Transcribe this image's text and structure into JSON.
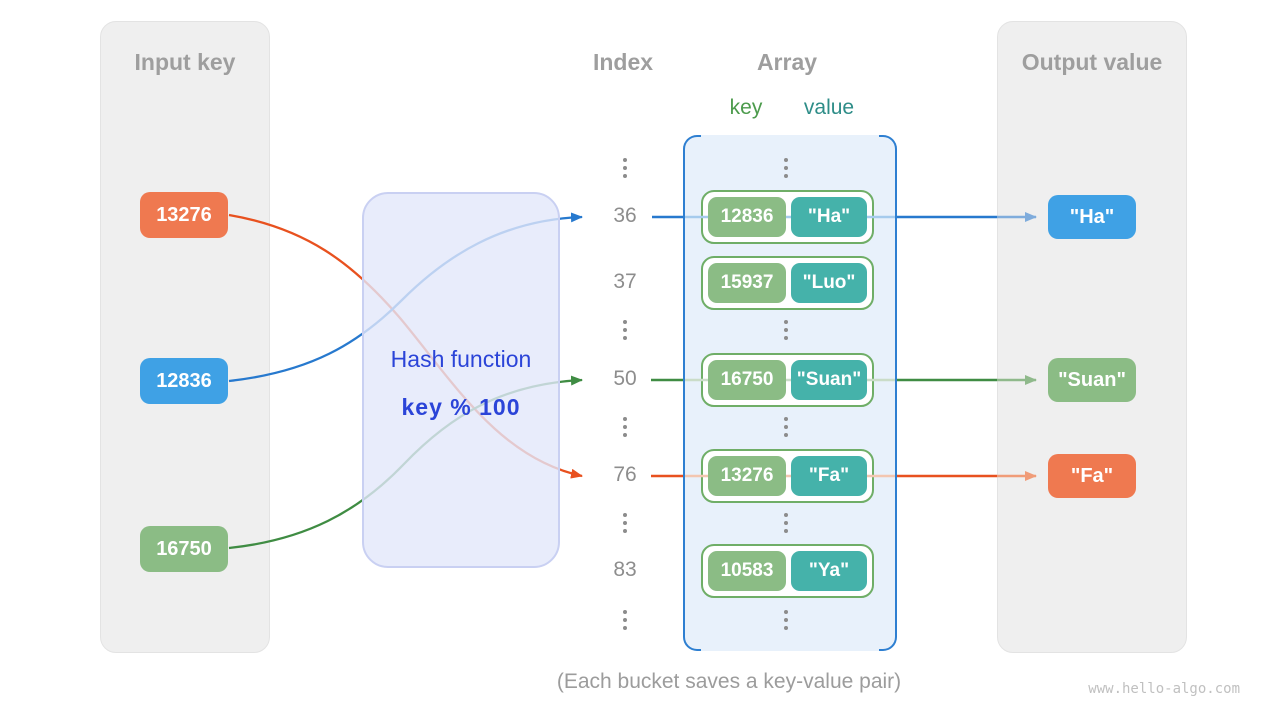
{
  "panels": {
    "input_title": "Input key",
    "output_title": "Output value"
  },
  "columns": {
    "index_title": "Index",
    "array_title": "Array",
    "key_label": "key",
    "value_label": "value"
  },
  "hash_function": {
    "title": "Hash function",
    "formula": "key % 100"
  },
  "input_keys": [
    {
      "key": "13276",
      "color": "#ef7950",
      "maps_to_index": "76"
    },
    {
      "key": "12836",
      "color": "#3fa1e5",
      "maps_to_index": "36"
    },
    {
      "key": "16750",
      "color": "#8bbc85",
      "maps_to_index": "50"
    }
  ],
  "buckets": [
    {
      "index": "36",
      "key": "12836",
      "value": "\"Ha\""
    },
    {
      "index": "37",
      "key": "15937",
      "value": "\"Luo\""
    },
    {
      "index": "50",
      "key": "16750",
      "value": "\"Suan\""
    },
    {
      "index": "76",
      "key": "13276",
      "value": "\"Fa\""
    },
    {
      "index": "83",
      "key": "10583",
      "value": "\"Ya\""
    }
  ],
  "output_values": [
    {
      "value": "\"Ha\"",
      "color": "#3fa1e5",
      "from_index": "36"
    },
    {
      "value": "\"Suan\"",
      "color": "#8bbc85",
      "from_index": "50"
    },
    {
      "value": "\"Fa\"",
      "color": "#ef7950",
      "from_index": "76"
    }
  ],
  "caption": "(Each bucket saves a key-value pair)",
  "watermark": "www.hello-algo.com",
  "colors": {
    "panel_gray": "#efefef",
    "array_fill": "#e8f1fb",
    "array_bracket_blue": "#2e7fd1",
    "pair_border_green": "#6fae67",
    "key_fill_green": "#8bbc85",
    "value_fill_teal": "#45b2aa",
    "orange_stroke": "#e8511f",
    "blue_stroke": "#2779ce",
    "green_stroke": "#3f8c43",
    "hash_text_blue": "#2b44d8"
  }
}
